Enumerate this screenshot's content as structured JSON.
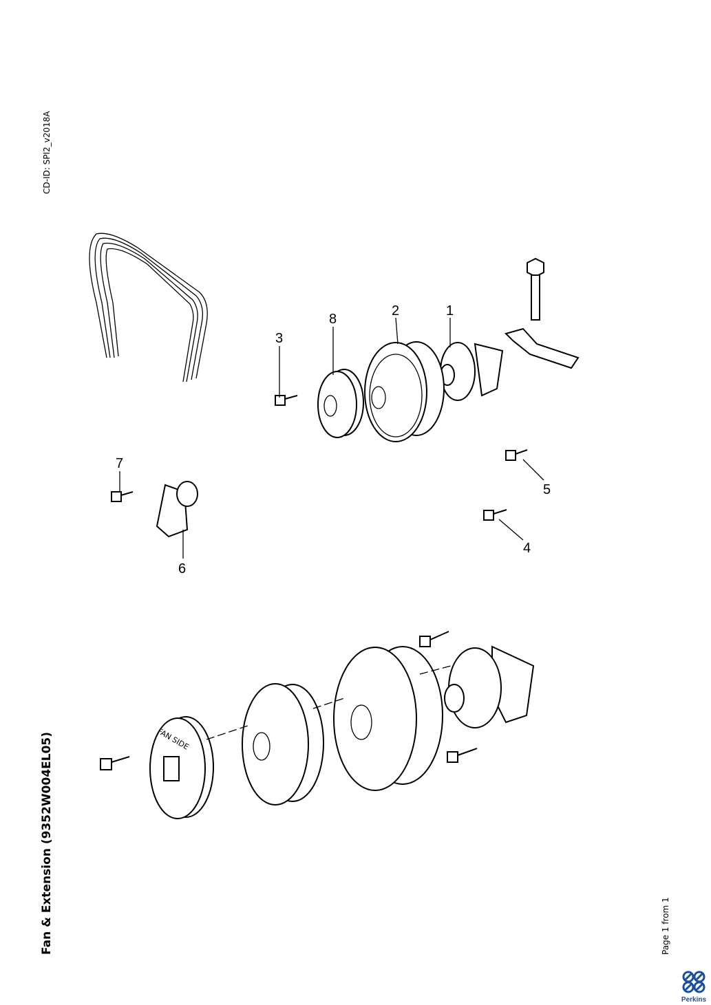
{
  "header": {
    "title": "Fan & Extension (9352W004EL05)",
    "cd_id": "CD-ID: SPI2_v2018A"
  },
  "footer": {
    "page_info": "Page 1 from 1",
    "brand": "Perkins"
  },
  "callouts": [
    "1",
    "2",
    "3",
    "4",
    "5",
    "6",
    "7",
    "8"
  ],
  "fan_side_text": "FAN SIDE"
}
